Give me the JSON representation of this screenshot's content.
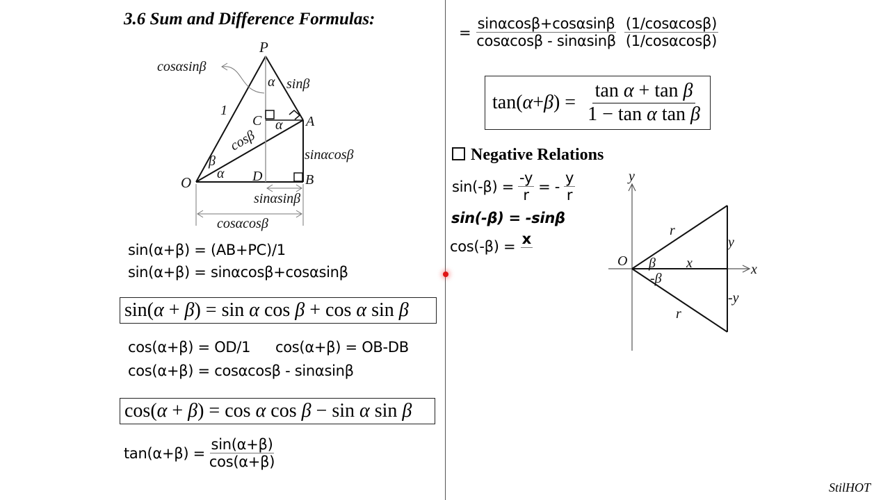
{
  "title": "3.6 Sum and Difference Formulas:",
  "diagram1": {
    "points": [
      "P",
      "C",
      "A",
      "O",
      "D",
      "B"
    ],
    "labels": {
      "cos_alpha_sin_beta": "cosαsinβ",
      "one": "1",
      "sin_beta": "sinβ",
      "cos_beta": "cosβ",
      "sin_alpha_cos_beta": "sinαcosβ",
      "sin_alpha_sin_beta": "sinαsinβ",
      "cos_alpha_cos_beta": "cosαcosβ",
      "alpha": "α",
      "beta": "β"
    }
  },
  "left": {
    "sin_line1": "sin(α+β) = (AB+PC)/1",
    "sin_line2": "sin(α+β) = sinαcosβ+cosαsinβ",
    "sin_boxed": {
      "lhs_fn": "sin(",
      "lhs_a": "α",
      "plus": " + ",
      "lhs_b": "β",
      "rhs": ") = sin ",
      "r1": "α",
      "r2": " cos ",
      "r3": "β",
      "r4": " + cos ",
      "r5": "α",
      "r6": " sin ",
      "r7": "β"
    },
    "cos_line1a": "cos(α+β) = OD/1",
    "cos_line1b": "cos(α+β) = OB-DB",
    "cos_line2": "cos(α+β) = cosαcosβ - sinαsinβ",
    "cos_boxed": {
      "lhs_fn": "cos(",
      "lhs_a": "α",
      "plus": " + ",
      "lhs_b": "β",
      "rhs": ") = cos ",
      "r1": "α",
      "r2": " cos ",
      "r3": "β",
      "r4": " − sin ",
      "r5": "α",
      "r6": " sin ",
      "r7": "β"
    },
    "tan_lhs": "tan(α+β) =",
    "tan_num": "sin(α+β)",
    "tan_den": "cos(α+β)"
  },
  "right": {
    "eq_sign": "=",
    "frac1_num": "sinαcosβ+cosαsinβ",
    "frac1_den": "cosαcosβ - sinαsinβ",
    "frac2_num": "(1/cosαcosβ)",
    "frac2_den": "(1/cosαcosβ)",
    "tan_boxed": {
      "lhs_fn": "tan(",
      "lhs_a": "α",
      "plus": " + ",
      "lhs_b": "β",
      "eq": ") = ",
      "num_a": "tan ",
      "num_b": "α",
      "num_c": " + tan ",
      "num_d": "β",
      "den_a": "1 − tan ",
      "den_b": "α",
      "den_c": " tan ",
      "den_d": "β"
    },
    "neg_heading": "Negative Relations",
    "sin_neg_lhs": "sin(-β) =",
    "sin_neg_f1_num": "-y",
    "sin_neg_f1_den": "r",
    "sin_neg_mid": "= -",
    "sin_neg_f2_num": "y",
    "sin_neg_f2_den": "r",
    "sin_neg_result": "sin(-β) = -sinβ",
    "cos_neg_lhs": "cos(-β) =",
    "cos_neg_num": "x",
    "cos_neg_den": ""
  },
  "diagram2": {
    "labels": {
      "y_axis": "y",
      "x_axis": "x",
      "origin": "O",
      "r_top": "r",
      "r_bottom": "r",
      "y_side": "y",
      "neg_y_side": "-y",
      "x_side": "x",
      "beta": "β",
      "neg_beta": "-β"
    }
  },
  "signature": "StilHOT",
  "colors": {
    "pointer_dot": "#e01515",
    "divider": "#555555"
  }
}
